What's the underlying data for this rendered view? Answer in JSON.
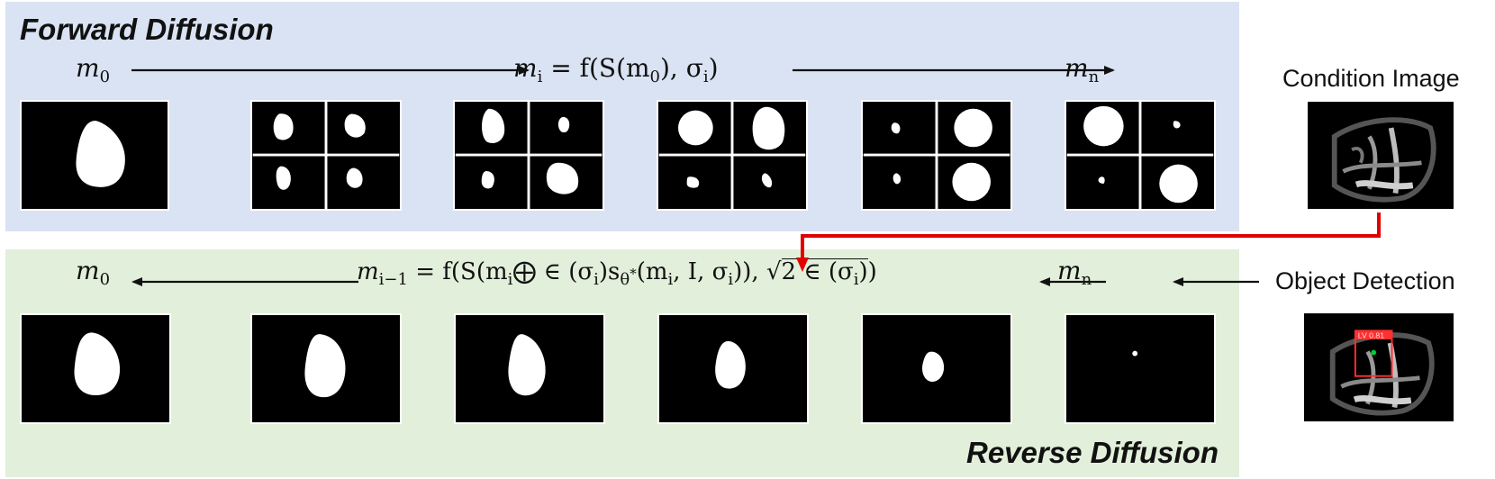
{
  "forward": {
    "title": "Forward Diffusion",
    "start_base": "m",
    "start_sub": "0",
    "mid_base": "m",
    "mid_sub": "i",
    "mid_rhs": "= f(S(m",
    "mid_sub2": "0",
    "mid_rhs2": "), σ",
    "mid_sub3": "i",
    "mid_rhs3": ")",
    "end_base": "m",
    "end_sub": "n"
  },
  "reverse": {
    "title": "Reverse Diffusion",
    "start_base": "m",
    "start_sub": "0",
    "lhs_base": "m",
    "lhs_sub": "i−1",
    "eq_a": "= f(S(m",
    "eq_sub_i": "i",
    "eq_b": "⨁ ∈ (σ",
    "eq_sub_i2": "i",
    "eq_c": ")s",
    "eq_sub_theta": "θ",
    "eq_sup_star": "*",
    "eq_d": "(m",
    "eq_sub_i3": "i",
    "eq_e": ", I, σ",
    "eq_sub_i4": "i",
    "eq_f": ")), ",
    "sqrt_sym": "√",
    "sqrt_inner": "2 ∈ (σ",
    "sqrt_sub": "i",
    "sqrt_close": ")",
    "eq_close": ")",
    "end_base": "m",
    "end_sub": "n"
  },
  "side": {
    "condition_label": "Condition Image",
    "detection_label": "Object Detection",
    "detection_box_text": "LV 0.81"
  },
  "colors": {
    "forward_bg": "#dae3f3",
    "reverse_bg": "#e2efda",
    "link_arrow": "#e00000",
    "detection_box": "#ff3030",
    "detection_point": "#00cc33"
  }
}
